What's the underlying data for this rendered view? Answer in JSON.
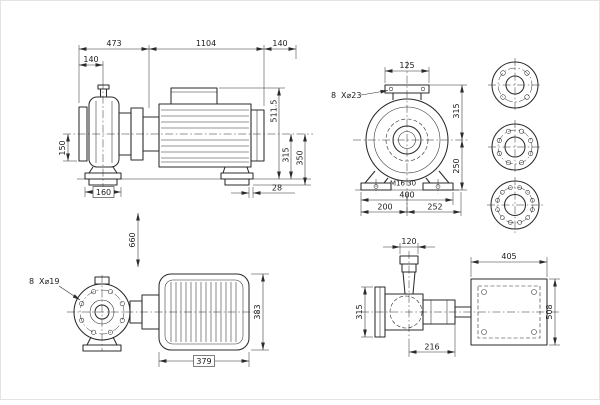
{
  "colors": {
    "line": "#2b2b2b",
    "background": "#ffffff"
  },
  "views": {
    "side": {
      "dim_pump_length": "473",
      "dim_motor_length": "1104",
      "dim_clearance": "140",
      "dim_flange_to_center": "140",
      "dim_center_to_suction": "150",
      "dim_foot_length": "160",
      "dim_total_height": "511.5",
      "dim_centerline_height": "315",
      "dim_base_depth": "350",
      "dim_pad_thickness": "28"
    },
    "end": {
      "dim_flange_width": "125",
      "bolt_count": "8",
      "bolt_size": "X⌀23",
      "dim_upper_height": "315",
      "dim_lower_height": "250",
      "bolt_thread": "M16 30",
      "dim_foot_span": "400",
      "dim_foot_left": "200",
      "dim_foot_right": "252"
    },
    "rear": {
      "dim_length": "660",
      "bolt_count": "8",
      "bolt_size": "X⌀19",
      "dim_motor_height": "383",
      "dim_motor_width": "379"
    },
    "plan": {
      "dim_flange_width": "120",
      "dim_motor_length": "405",
      "dim_flange_height": "315",
      "dim_overall_width": "508",
      "dim_casing_length": "216"
    }
  }
}
